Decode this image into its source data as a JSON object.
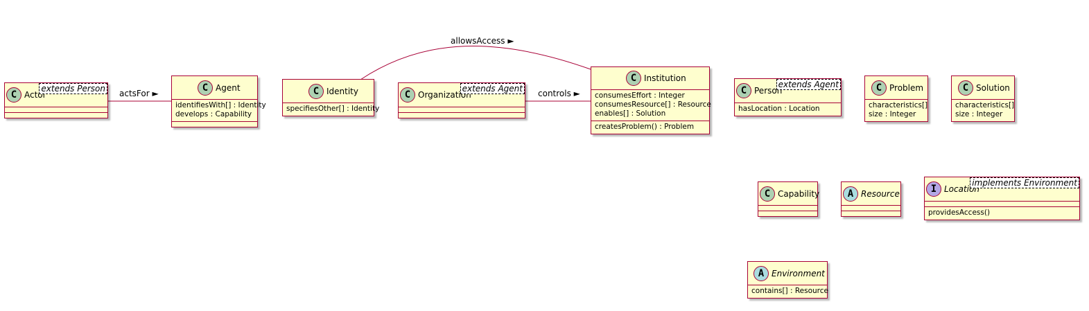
{
  "colors": {
    "fill": "#fefece",
    "border": "#a80036",
    "class_badge": "#add1b2",
    "abstract_badge": "#a9dcdf",
    "interface_badge": "#b4a7e5"
  },
  "classes": [
    {
      "id": "actor",
      "name": "Actor",
      "kind": "class",
      "badge": "C",
      "stereotype": "extends Person",
      "sections": [
        [],
        []
      ]
    },
    {
      "id": "agent",
      "name": "Agent",
      "kind": "class",
      "badge": "C",
      "stereotype": "",
      "sections": [
        [
          "identifiesWith[] : Identity",
          "develops : Capability"
        ],
        []
      ]
    },
    {
      "id": "identity",
      "name": "Identity",
      "kind": "class",
      "badge": "C",
      "stereotype": "",
      "sections": [
        [
          "specifiesOther[] : Identity"
        ]
      ]
    },
    {
      "id": "organization",
      "name": "Organization",
      "kind": "class",
      "badge": "C",
      "stereotype": "extends Agent",
      "sections": [
        [],
        []
      ]
    },
    {
      "id": "institution",
      "name": "Institution",
      "kind": "class",
      "badge": "C",
      "stereotype": "",
      "sections": [
        [
          "consumesEffort : Integer",
          "consumesResource[] : Resource",
          "enables[] : Solution"
        ],
        [
          "createsProblem() : Problem"
        ]
      ]
    },
    {
      "id": "person",
      "name": "Person",
      "kind": "class",
      "badge": "C",
      "stereotype": "extends Agent",
      "sections": [
        [
          "hasLocation : Location"
        ]
      ]
    },
    {
      "id": "problem",
      "name": "Problem",
      "kind": "class",
      "badge": "C",
      "stereotype": "",
      "sections": [
        [
          "characteristics[]",
          "size : Integer"
        ]
      ]
    },
    {
      "id": "solution",
      "name": "Solution",
      "kind": "class",
      "badge": "C",
      "stereotype": "",
      "sections": [
        [
          "characteristics[]",
          "size : Integer"
        ]
      ]
    },
    {
      "id": "capability",
      "name": "Capability",
      "kind": "class",
      "badge": "C",
      "stereotype": "",
      "sections": [
        [],
        []
      ]
    },
    {
      "id": "resource",
      "name": "Resource",
      "kind": "abstract",
      "badge": "A",
      "stereotype": "",
      "sections": [
        [],
        []
      ]
    },
    {
      "id": "location",
      "name": "Location",
      "kind": "interface",
      "badge": "I",
      "stereotype": "implements Environment",
      "sections": [
        [],
        [
          "providesAccess()"
        ]
      ]
    },
    {
      "id": "environment",
      "name": "Environment",
      "kind": "abstract",
      "badge": "A",
      "stereotype": "",
      "sections": [
        [
          "contains[] : Resource"
        ]
      ]
    }
  ],
  "relations": [
    {
      "id": "actsfor",
      "label": "actsFor ►"
    },
    {
      "id": "allowsaccess",
      "label": "allowsAccess ►"
    },
    {
      "id": "controls",
      "label": "controls ►"
    }
  ]
}
